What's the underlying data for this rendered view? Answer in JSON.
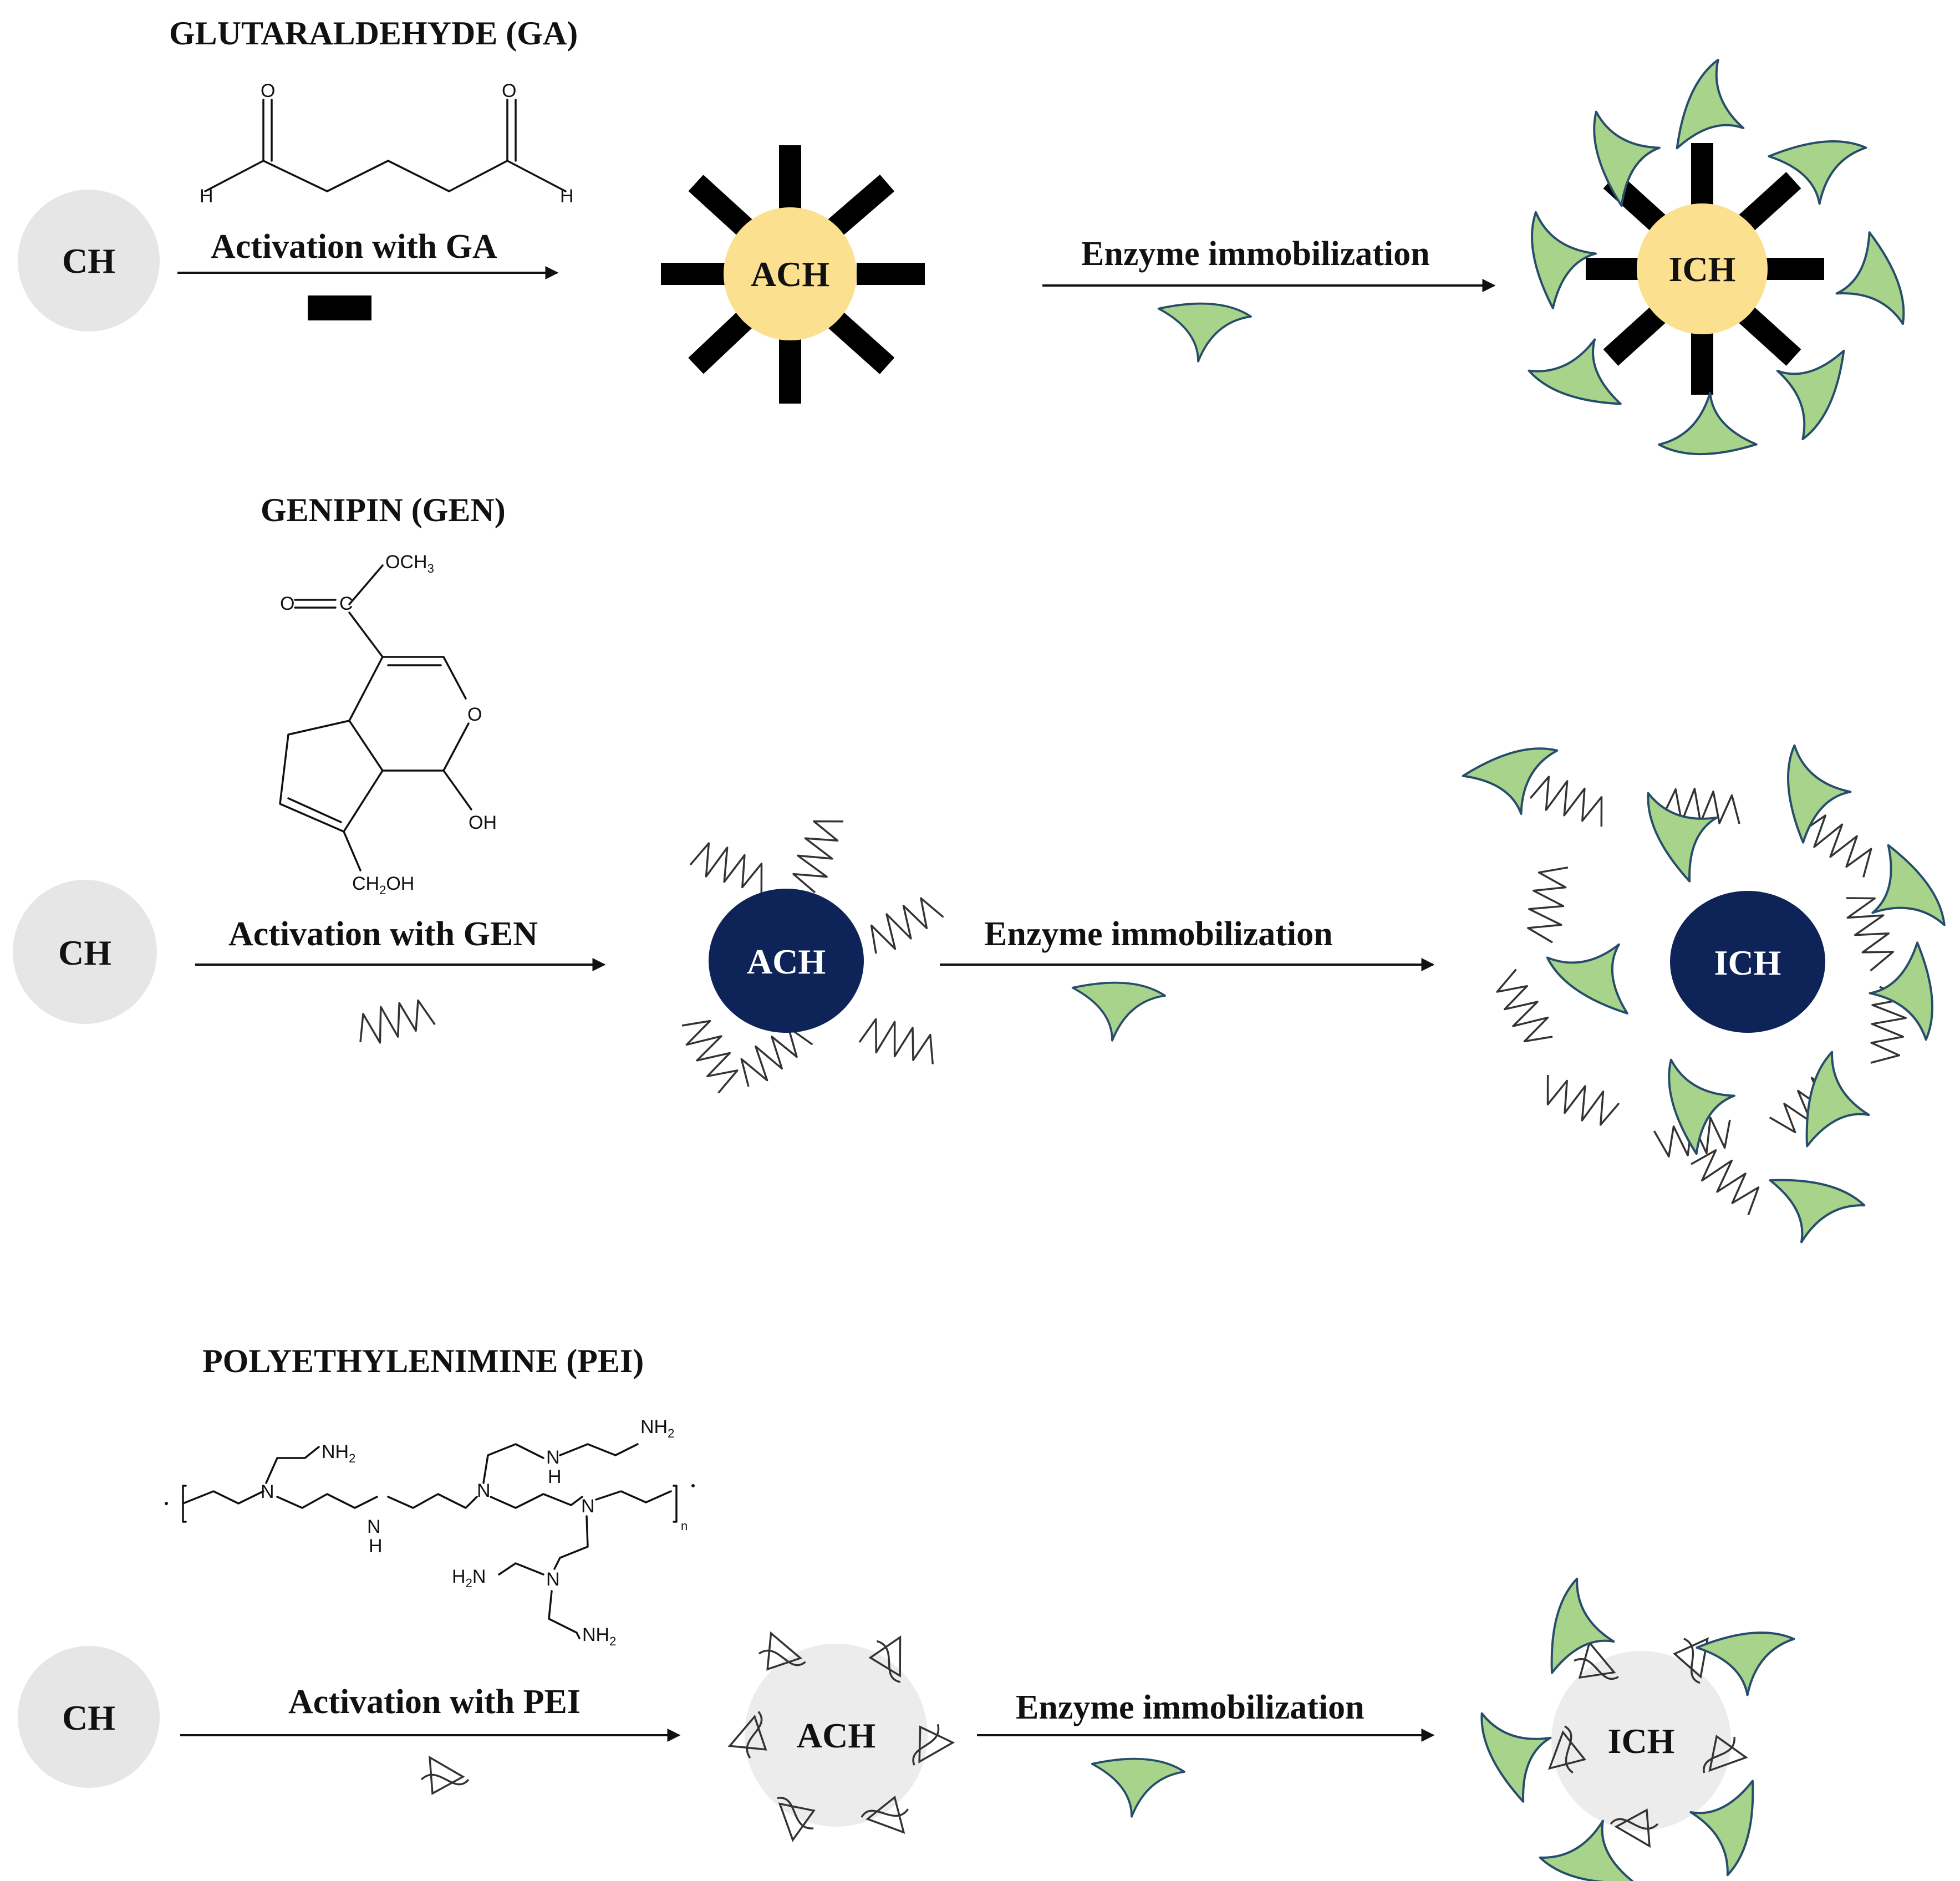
{
  "diagram": {
    "sections": [
      {
        "id": "ga",
        "title": "GLUTARALDEHYDE  (GA)",
        "start_node": "CH",
        "activation_label": "Activation with GA",
        "activated_node": "ACH",
        "immobilization_label": "Enzyme  immobilization",
        "final_node": "ICH"
      },
      {
        "id": "gen",
        "title": "GENIPIN (GEN)",
        "start_node": "CH",
        "activation_label": "Activation with GEN",
        "activated_node": "ACH",
        "immobilization_label": "Enzyme  immobilization",
        "final_node": "ICH"
      },
      {
        "id": "pei",
        "title": "POLYETHYLENIMINE (PEI)",
        "start_node": "CH",
        "activation_label": "Activation with PEI",
        "activated_node": "ACH",
        "immobilization_label": "Enzyme  immobilization",
        "final_node": "ICH"
      }
    ],
    "chemistry": {
      "ga": {
        "o": "O",
        "h": "H"
      },
      "gen": {
        "och3": "OCH",
        "sub3": "3",
        "o": "O",
        "c": "C",
        "ring_o": "O",
        "oh": "OH",
        "ch2oh_a": "CH",
        "ch2oh_sub": "2",
        "ch2oh_b": "OH"
      },
      "pei": {
        "nh2": "NH",
        "sub2": "2",
        "n": "N",
        "h": "H",
        "h2n_a": "H",
        "h2n_sub": "2",
        "h2n_b": "N",
        "repeat": "n"
      }
    },
    "colors": {
      "chitosan": "#e6e6e6",
      "ga_activated": "#fbe08f",
      "gen_activated": "#0e2458",
      "pei_activated": "#ececec",
      "enzyme_fill": "#a7d38a",
      "enzyme_outline": "#274d6b",
      "linker": "#000000"
    }
  }
}
